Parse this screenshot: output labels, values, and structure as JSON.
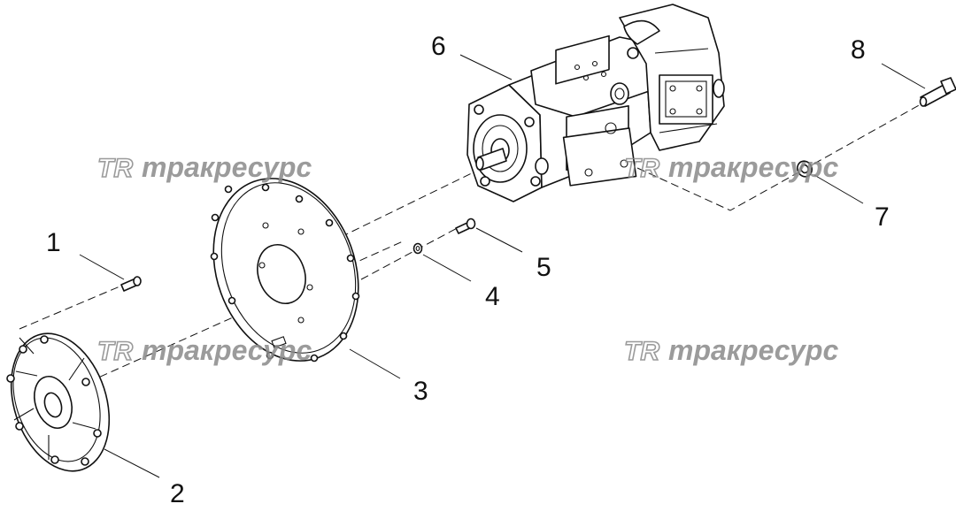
{
  "callouts": [
    {
      "id": "1",
      "label": "1"
    },
    {
      "id": "2",
      "label": "2"
    },
    {
      "id": "3",
      "label": "3"
    },
    {
      "id": "4",
      "label": "4"
    },
    {
      "id": "5",
      "label": "5"
    },
    {
      "id": "6",
      "label": "6"
    },
    {
      "id": "7",
      "label": "7"
    },
    {
      "id": "8",
      "label": "8"
    }
  ],
  "watermark": {
    "logo_text": "TR",
    "brand_text": "тракресурс"
  },
  "icons": [
    "hydraulic-pump-icon",
    "coupling-hub-icon",
    "flywheel-plate-icon",
    "bolt-icon",
    "washer-icon"
  ]
}
